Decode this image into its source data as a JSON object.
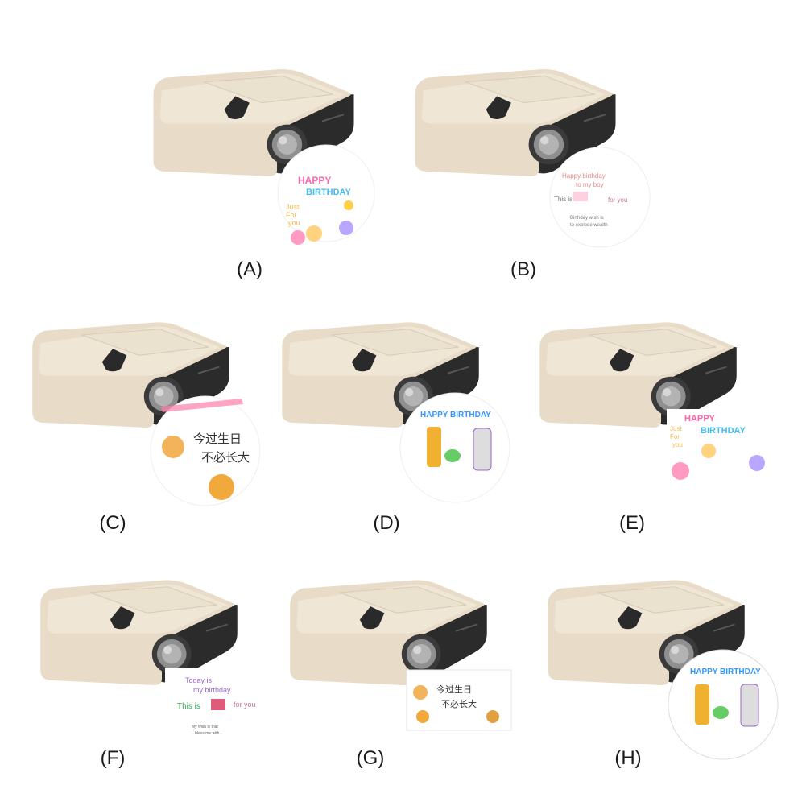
{
  "panels": [
    {
      "id": "A",
      "caption": "(A)",
      "projection": {
        "shape": "circle",
        "lines": [
          "HAPPY",
          "BIRTHDAY",
          "Just",
          "For",
          "you"
        ]
      }
    },
    {
      "id": "B",
      "caption": "(B)",
      "projection": {
        "shape": "circle",
        "lines": [
          "Happy birthday",
          "to my boy",
          "This is",
          "for you",
          "Birthday wish is",
          "to explode wealth"
        ]
      }
    },
    {
      "id": "C",
      "caption": "(C)",
      "projection": {
        "shape": "circle",
        "lines": [
          "今过生日",
          "不必长大"
        ]
      }
    },
    {
      "id": "D",
      "caption": "(D)",
      "projection": {
        "shape": "circle",
        "lines": [
          "HAPPY BIRTHDAY"
        ]
      }
    },
    {
      "id": "E",
      "caption": "(E)",
      "projection": {
        "shape": "rect",
        "lines": [
          "HAPPY",
          "BIRTHDAY",
          "Just",
          "For",
          "you"
        ]
      }
    },
    {
      "id": "F",
      "caption": "(F)",
      "projection": {
        "shape": "rect",
        "lines": [
          "Today is",
          "my birthday",
          "This is",
          "for you",
          "My wish is that",
          "...bless me with..."
        ]
      }
    },
    {
      "id": "G",
      "caption": "(G)",
      "projection": {
        "shape": "rect",
        "lines": [
          "今过生日",
          "不必长大"
        ]
      }
    },
    {
      "id": "H",
      "caption": "(H)",
      "projection": {
        "shape": "circle",
        "lines": [
          "HAPPY BIRTHDAY"
        ]
      }
    }
  ],
  "colors": {
    "device_body": "#e8dcc8",
    "device_top": "#efe6d6",
    "device_dark": "#2b2b2b",
    "lens": "#9a9a9a"
  }
}
